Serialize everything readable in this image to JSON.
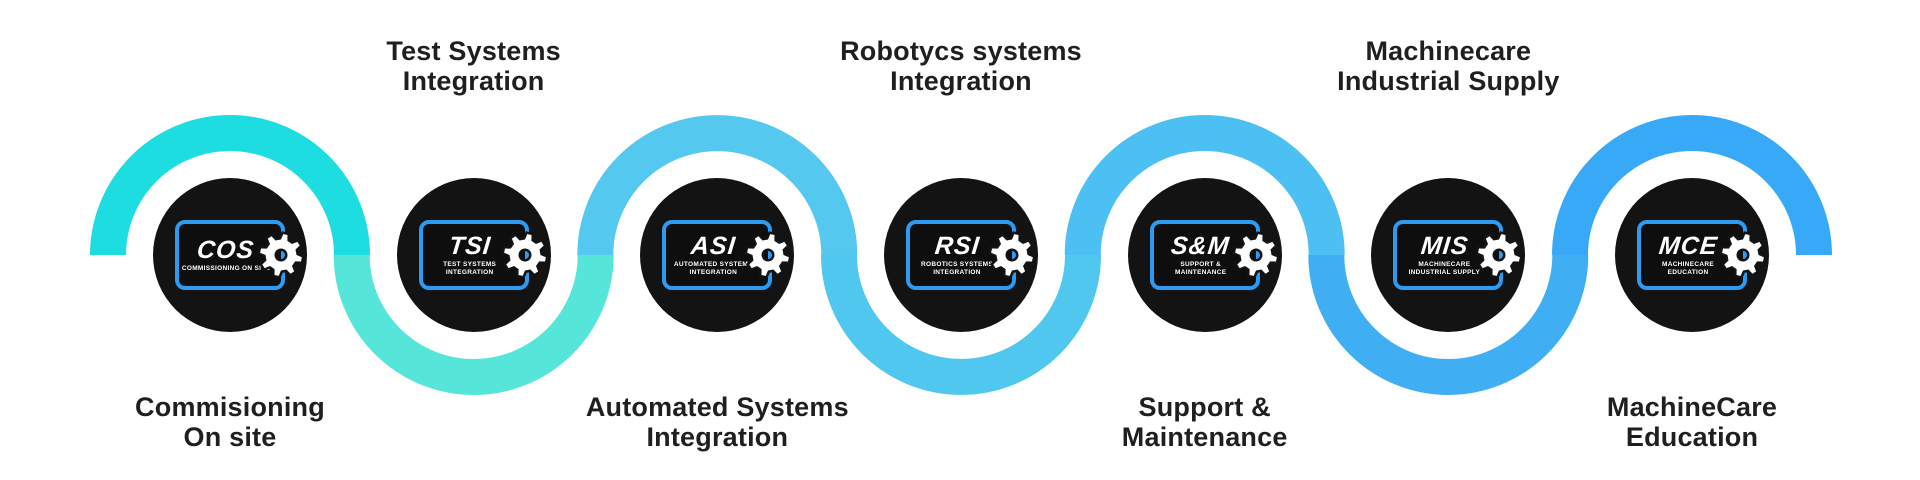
{
  "wave": {
    "segment_colors": [
      "#1EDDE0",
      "#55E5D9",
      "#55C8F0",
      "#4FC7EE",
      "#4CC0F2",
      "#3FAEF2",
      "#38A9F7"
    ]
  },
  "nodes": [
    {
      "id": "cos",
      "abbr": "COS",
      "badge_subtitle": "COMMISSIONING ON SITE",
      "label": "Commisioning\nOn site",
      "label_position": "below"
    },
    {
      "id": "tsi",
      "abbr": "TSI",
      "badge_subtitle": "TEST SYSTEMS\nINTEGRATION",
      "label": "Test Systems\nIntegration",
      "label_position": "above"
    },
    {
      "id": "asi",
      "abbr": "ASI",
      "badge_subtitle": "AUTOMATED SYSTEMS\nINTEGRATION",
      "label": "Automated Systems\nIntegration",
      "label_position": "below"
    },
    {
      "id": "rsi",
      "abbr": "RSI",
      "badge_subtitle": "ROBOTICS SYSTEMS\nINTEGRATION",
      "label": "Robotycs systems\nIntegration",
      "label_position": "above"
    },
    {
      "id": "sm",
      "abbr": "S&M",
      "badge_subtitle": "SUPPORT & MAINTENANCE",
      "label": "Support &\nMaintenance",
      "label_position": "below"
    },
    {
      "id": "mis",
      "abbr": "MIS",
      "badge_subtitle": "MACHINECARE\nINDUSTRIAL SUPPLY",
      "label": "Machinecare\nIndustrial Supply",
      "label_position": "above"
    },
    {
      "id": "mce",
      "abbr": "MCE",
      "badge_subtitle": "MACHINECARE EDUCATION",
      "label": "MachineCare\nEducation",
      "label_position": "below"
    }
  ],
  "colors": {
    "background": "#FFFFFF",
    "circle_bg": "#131313",
    "badge_bg": "#0E0E0E",
    "badge_border": "#2C9BF1",
    "badge_text": "#FFFFFF",
    "label_text": "#1F1F1F"
  }
}
